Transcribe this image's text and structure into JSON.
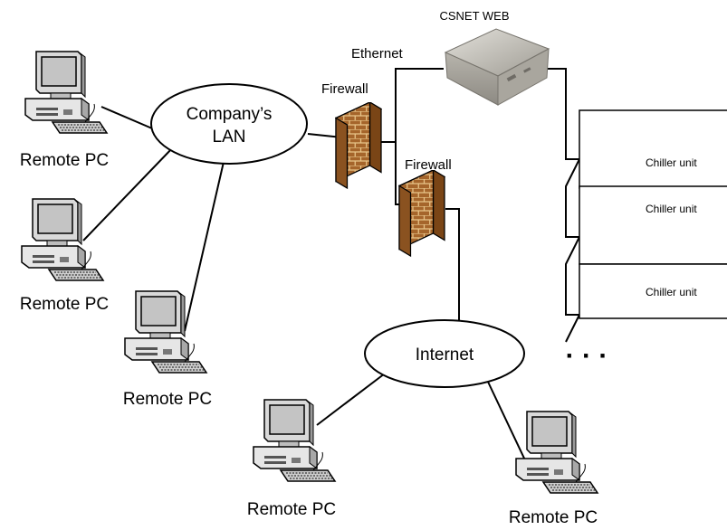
{
  "diagram": {
    "csnet_web_label": "CSNET WEB",
    "ethernet_label": "Ethernet",
    "firewall_labels": [
      "Firewall",
      "Firewall"
    ],
    "company_lan_label_line1": "Company’s",
    "company_lan_label_line2": "LAN",
    "internet_label": "Internet",
    "remote_pc_labels": [
      "Remote PC",
      "Remote PC",
      "Remote PC",
      "Remote PC",
      "Remote PC"
    ],
    "chiller_unit_labels": [
      "Chiller unit",
      "Chiller unit",
      "Chiller unit"
    ],
    "continuation_mark": "· · ·"
  },
  "icons": {
    "computer": "desktop-computer-icon",
    "firewall": "brick-wall-icon",
    "server": "csnet-web-box-icon"
  },
  "colors": {
    "line": "#000000",
    "firewall_brick": "#a5652b",
    "firewall_mortar": "#e8c58a",
    "computer_body": "#e6e6e6",
    "computer_screen": "#c7c7c7",
    "server_box": "#bdbab2"
  }
}
